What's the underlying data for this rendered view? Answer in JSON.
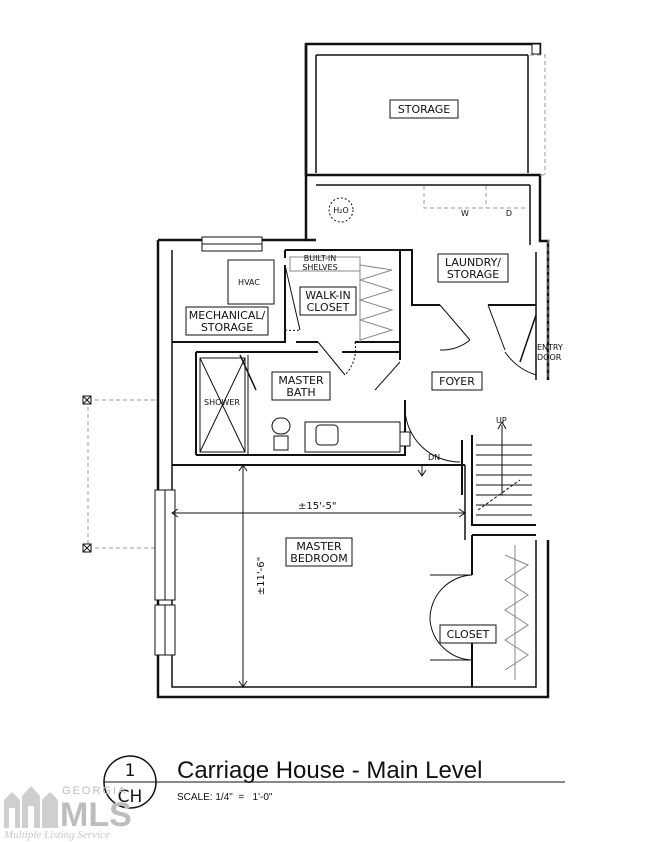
{
  "plan": {
    "rooms": {
      "storage": "STORAGE",
      "mechanical_line1": "MECHANICAL/",
      "mechanical_line2": "STORAGE",
      "walkin_line1": "WALK-IN",
      "walkin_line2": "CLOSET",
      "laundry_line1": "LAUNDRY/",
      "laundry_line2": "STORAGE",
      "foyer": "FOYER",
      "master_bath_line1": "MASTER",
      "master_bath_line2": "BATH",
      "master_bedroom_line1": "MASTER",
      "master_bedroom_line2": "BEDROOM",
      "closet": "CLOSET"
    },
    "fixtures": {
      "hvac": "HVAC",
      "shelves_line1": "BUILT-IN",
      "shelves_line2": "SHELVES",
      "shower": "SHOWER",
      "water_heater": "H₂O",
      "washer": "W",
      "dryer": "D"
    },
    "annotations": {
      "entry_line1": "ENTRY",
      "entry_line2": "DOOR",
      "up": "UP",
      "down": "DN",
      "width_dimension": "±15'-5\"",
      "depth_dimension": "±11'-6\""
    }
  },
  "title_block": {
    "sheet_number": "1",
    "sheet_code": "CH",
    "title": "Carriage House - Main Level",
    "scale_label": "SCALE: 1/4\"  =   1'-0\""
  },
  "watermark": {
    "brand": "GEORGIA",
    "brand_short": "MLS",
    "tagline": "Multiple Listing Service"
  }
}
